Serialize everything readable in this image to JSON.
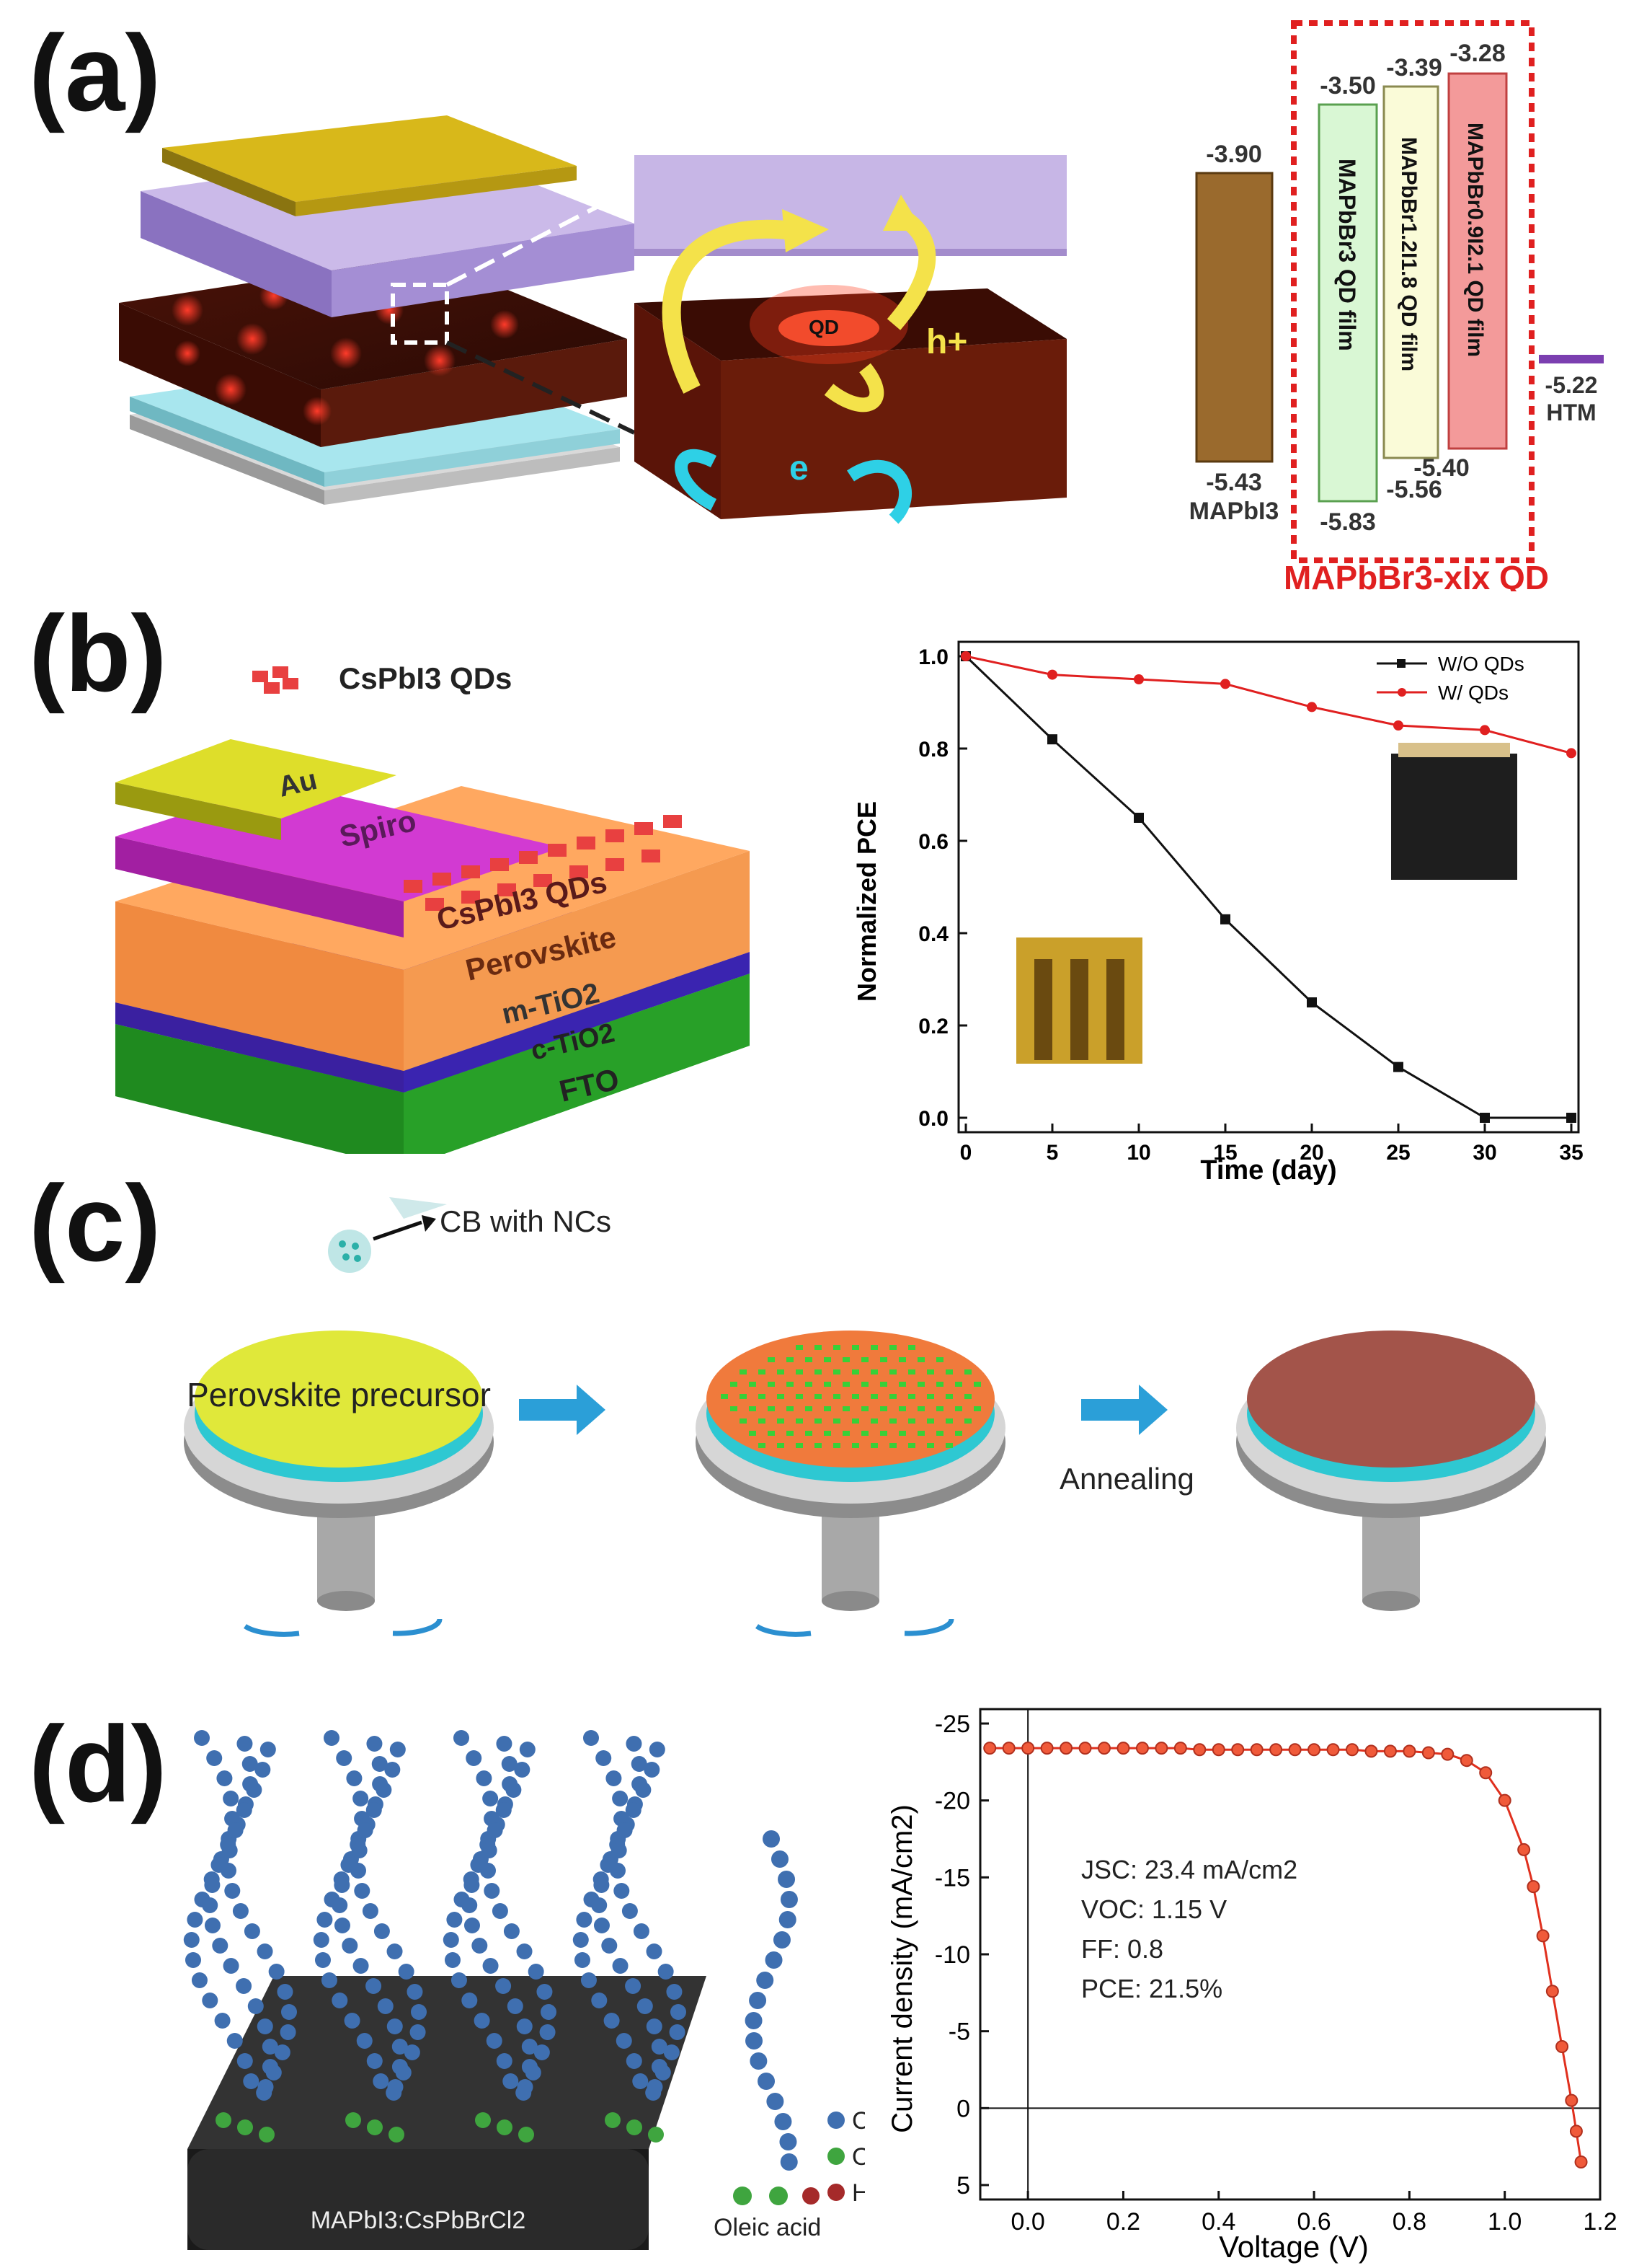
{
  "panels": {
    "a": {
      "label": "(a)",
      "qd_label": "QD",
      "hole_label": "h+",
      "electron_label": "e",
      "energy_diagram": {
        "levels": [
          {
            "top": "-3.90",
            "bottom": "-5.43",
            "name": "MAPbI3",
            "color": "#9a6a2d"
          },
          {
            "top": "-3.50",
            "bottom": "-5.83",
            "name": "MAPbBr3 QD film",
            "color": "#d9f7d4"
          },
          {
            "top": "-3.39",
            "bottom": "-5.56",
            "name": "MAPbBr1.2I1.8 QD film",
            "color": "#fafbd8"
          },
          {
            "top": "-3.28",
            "bottom": "-5.40",
            "name": "MAPbBr0.9I2.1 QD film",
            "color": "#f39a9a"
          },
          {
            "top": "-5.22",
            "bottom": "",
            "name": "HTM",
            "color": "#7b3fb0"
          }
        ],
        "group_label": "MAPbBr3-xIx QD",
        "group_color": "#e02020"
      }
    },
    "b": {
      "label": "(b)",
      "device_layers": [
        "Au",
        "Spiro",
        "CsPbI3 QDs",
        "Perovskite",
        "m-TiO2",
        "c-TiO2",
        "FTO"
      ],
      "qd_caption": "CsPbI3 QDs"
    },
    "c": {
      "label": "(c)",
      "dropper_label": "CB with NCs",
      "precursor_label": "Perovskite precursor",
      "annealing_label": "Annealing"
    },
    "d": {
      "label": "(d)",
      "substrate_label": "MAPbI3:CsPbBrCl2",
      "molecule_label": "Oleic acid",
      "legend": [
        {
          "symbol": "C",
          "color": "#3f6fb0"
        },
        {
          "symbol": "O",
          "color": "#3fa53f"
        },
        {
          "symbol": "H",
          "color": "#a52a2a"
        }
      ],
      "params": [
        "JSC: 23.4 mA/cm2",
        "VOC: 1.15 V",
        "FF: 0.8",
        "PCE: 21.5%"
      ]
    }
  },
  "chart_data": [
    {
      "type": "line",
      "xlabel": "Time (day)",
      "ylabel": "Normalized PCE",
      "xlim": [
        0,
        35
      ],
      "ylim": [
        0,
        1.0
      ],
      "xticks": [
        0,
        5,
        10,
        15,
        20,
        25,
        30,
        35
      ],
      "yticks": [
        0.0,
        0.2,
        0.4,
        0.6,
        0.8,
        1.0
      ],
      "x": [
        0,
        5,
        10,
        15,
        20,
        25,
        30,
        35
      ],
      "series": [
        {
          "name": "W/O QDs",
          "color": "#111111",
          "marker": "square",
          "values": [
            1.0,
            0.82,
            0.65,
            0.43,
            0.25,
            0.11,
            0.0,
            0.0
          ]
        },
        {
          "name": "W/ QDs",
          "color": "#e02020",
          "marker": "circle",
          "values": [
            1.0,
            0.96,
            0.95,
            0.94,
            0.89,
            0.85,
            0.84,
            0.79
          ]
        }
      ],
      "legend_position": "top-right",
      "grid": false
    },
    {
      "type": "line",
      "xlabel": "Voltage (V)",
      "ylabel": "Current density (mA/cm2)",
      "xlim": [
        -0.1,
        1.2
      ],
      "ylim": [
        5,
        -25
      ],
      "xticks": [
        0.0,
        0.2,
        0.4,
        0.6,
        0.8,
        1.0,
        1.2
      ],
      "yticks": [
        -25,
        -20,
        -15,
        -10,
        -5,
        0,
        5
      ],
      "series": [
        {
          "name": "",
          "color": "#e0301e",
          "x": [
            -0.08,
            -0.04,
            0.0,
            0.04,
            0.08,
            0.12,
            0.16,
            0.2,
            0.24,
            0.28,
            0.32,
            0.36,
            0.4,
            0.44,
            0.48,
            0.52,
            0.56,
            0.6,
            0.64,
            0.68,
            0.72,
            0.76,
            0.8,
            0.84,
            0.88,
            0.92,
            0.96,
            1.0,
            1.04,
            1.06,
            1.08,
            1.1,
            1.12,
            1.14,
            1.15,
            1.16
          ],
          "values": [
            -23.4,
            -23.4,
            -23.4,
            -23.4,
            -23.4,
            -23.4,
            -23.4,
            -23.4,
            -23.4,
            -23.4,
            -23.4,
            -23.3,
            -23.3,
            -23.3,
            -23.3,
            -23.3,
            -23.3,
            -23.3,
            -23.3,
            -23.3,
            -23.2,
            -23.2,
            -23.2,
            -23.1,
            -23.0,
            -22.6,
            -21.8,
            -20.0,
            -16.8,
            -14.4,
            -11.2,
            -7.6,
            -4.0,
            -0.5,
            1.5,
            3.5
          ]
        }
      ],
      "grid": false
    }
  ]
}
